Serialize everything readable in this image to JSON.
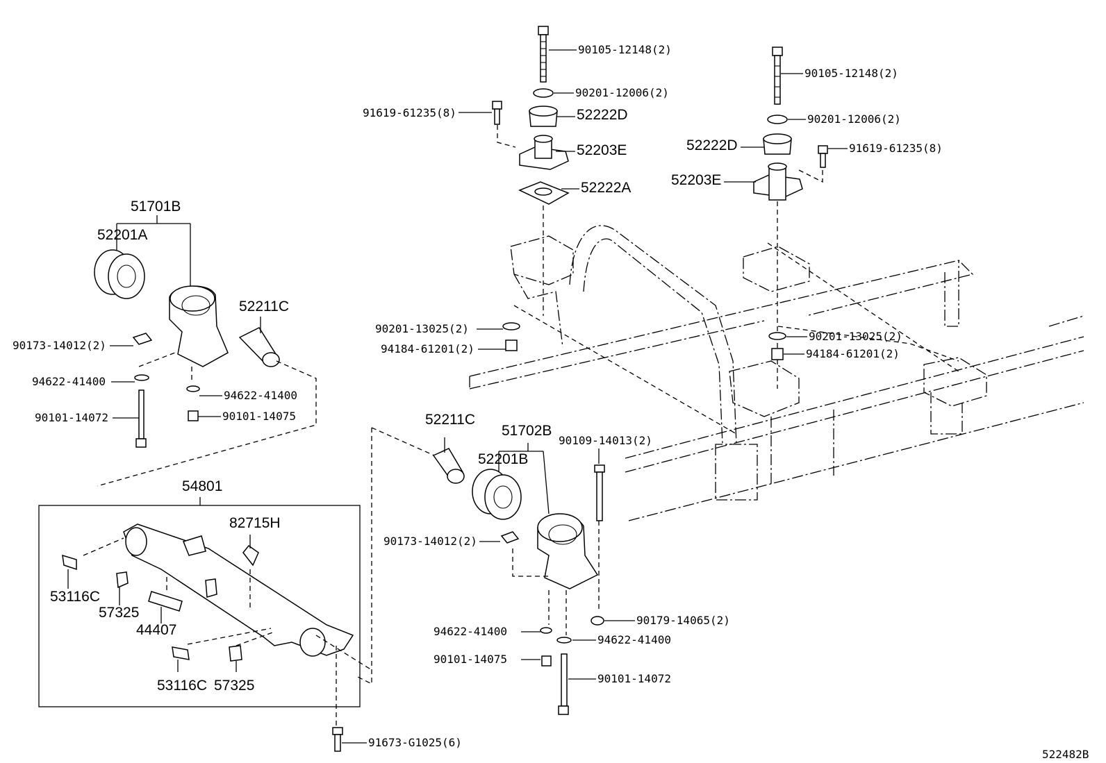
{
  "labels": {
    "p90105_12148_top": "90105-12148(2)",
    "p90201_12006_top": "90201-12006(2)",
    "p91619_61235_left": "91619-61235(8)",
    "p52222D_top": "52222D",
    "p52203E_top": "52203E",
    "p52222A": "52222A",
    "p90105_12148_right": "90105-12148(2)",
    "p90201_12006_right": "90201-12006(2)",
    "p52222D_right": "52222D",
    "p91619_61235_right": "91619-61235(8)",
    "p52203E_right": "52203E",
    "p51701B": "51701B",
    "p52201A": "52201A",
    "p52211C_left": "52211C",
    "p90173_14012_left": "90173-14012(2)",
    "p94622_41400_a": "94622-41400",
    "p94622_41400_b": "94622-41400",
    "p90101_14072_left": "90101-14072",
    "p90101_14075_left": "90101-14075",
    "p90201_13025_left": "90201-13025(2)",
    "p94184_61201_left": "94184-61201(2)",
    "p90201_13025_right": "90201-13025(2)",
    "p94184_61201_right": "94184-61201(2)",
    "p52211C_mid": "52211C",
    "p51702B": "51702B",
    "p90109_14013": "90109-14013(2)",
    "p52201B": "52201B",
    "p90173_14012_mid": "90173-14012(2)",
    "p54801": "54801",
    "p82715H": "82715H",
    "p53116C_a": "53116C",
    "p57325_a": "57325",
    "p44407": "44407",
    "p53116C_b": "53116C",
    "p57325_b": "57325",
    "p94622_41400_c": "94622-41400",
    "p90179_14065": "90179-14065(2)",
    "p94622_41400_d": "94622-41400",
    "p90101_14075_mid": "90101-14075",
    "p90101_14072_mid": "90101-14072",
    "p91673_G1025": "91673-G1025(6)",
    "diagram_id": "522482B"
  }
}
